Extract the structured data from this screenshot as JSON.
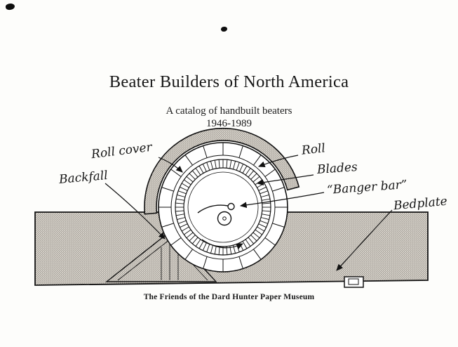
{
  "page": {
    "title": "Beater Builders of North America",
    "subtitle": "A catalog of handbuilt beaters",
    "years": "1946-1989",
    "caption": "The Friends of the Dard Hunter Paper Museum"
  },
  "diagram": {
    "labels": {
      "roll_cover": "Roll cover",
      "backfall": "Backfall",
      "roll": "Roll",
      "blades": "Blades",
      "banger_bar": "“Banger bar”",
      "bedplate": "Bedplate"
    }
  }
}
